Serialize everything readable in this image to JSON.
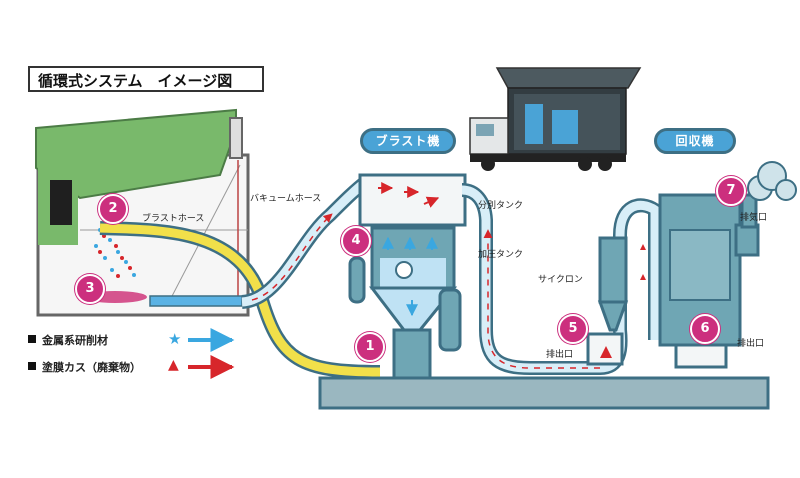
{
  "title": "循環式システム　イメージ図",
  "tags": {
    "blast": "ブラスト機",
    "recovery": "回収機"
  },
  "labels": {
    "blast_hose": "ブラストホース",
    "vacuum_hose": "バキュームホース",
    "separation_tank": "分別タンク",
    "pressure_tank": "加圧タンク",
    "cyclone": "サイクロン",
    "outlet_left": "排出口",
    "outlet_right": "排出口",
    "exhaust": "排気口"
  },
  "badges": [
    "1",
    "2",
    "3",
    "4",
    "5",
    "6",
    "7"
  ],
  "legend": {
    "abrasive": "金属系研削材",
    "waste": "塗膜カス（廃棄物）",
    "abrasive_symbol": "★",
    "waste_symbol": "▲"
  },
  "colors": {
    "outline": "#3d6f84",
    "machine": "#6fa6b4",
    "blue_flow": "#3aa7e0",
    "red_flow": "#d7262b",
    "blast_hose": "#f1e04a",
    "badge": "#cc2f7e",
    "green_wall": "#79b96b"
  }
}
